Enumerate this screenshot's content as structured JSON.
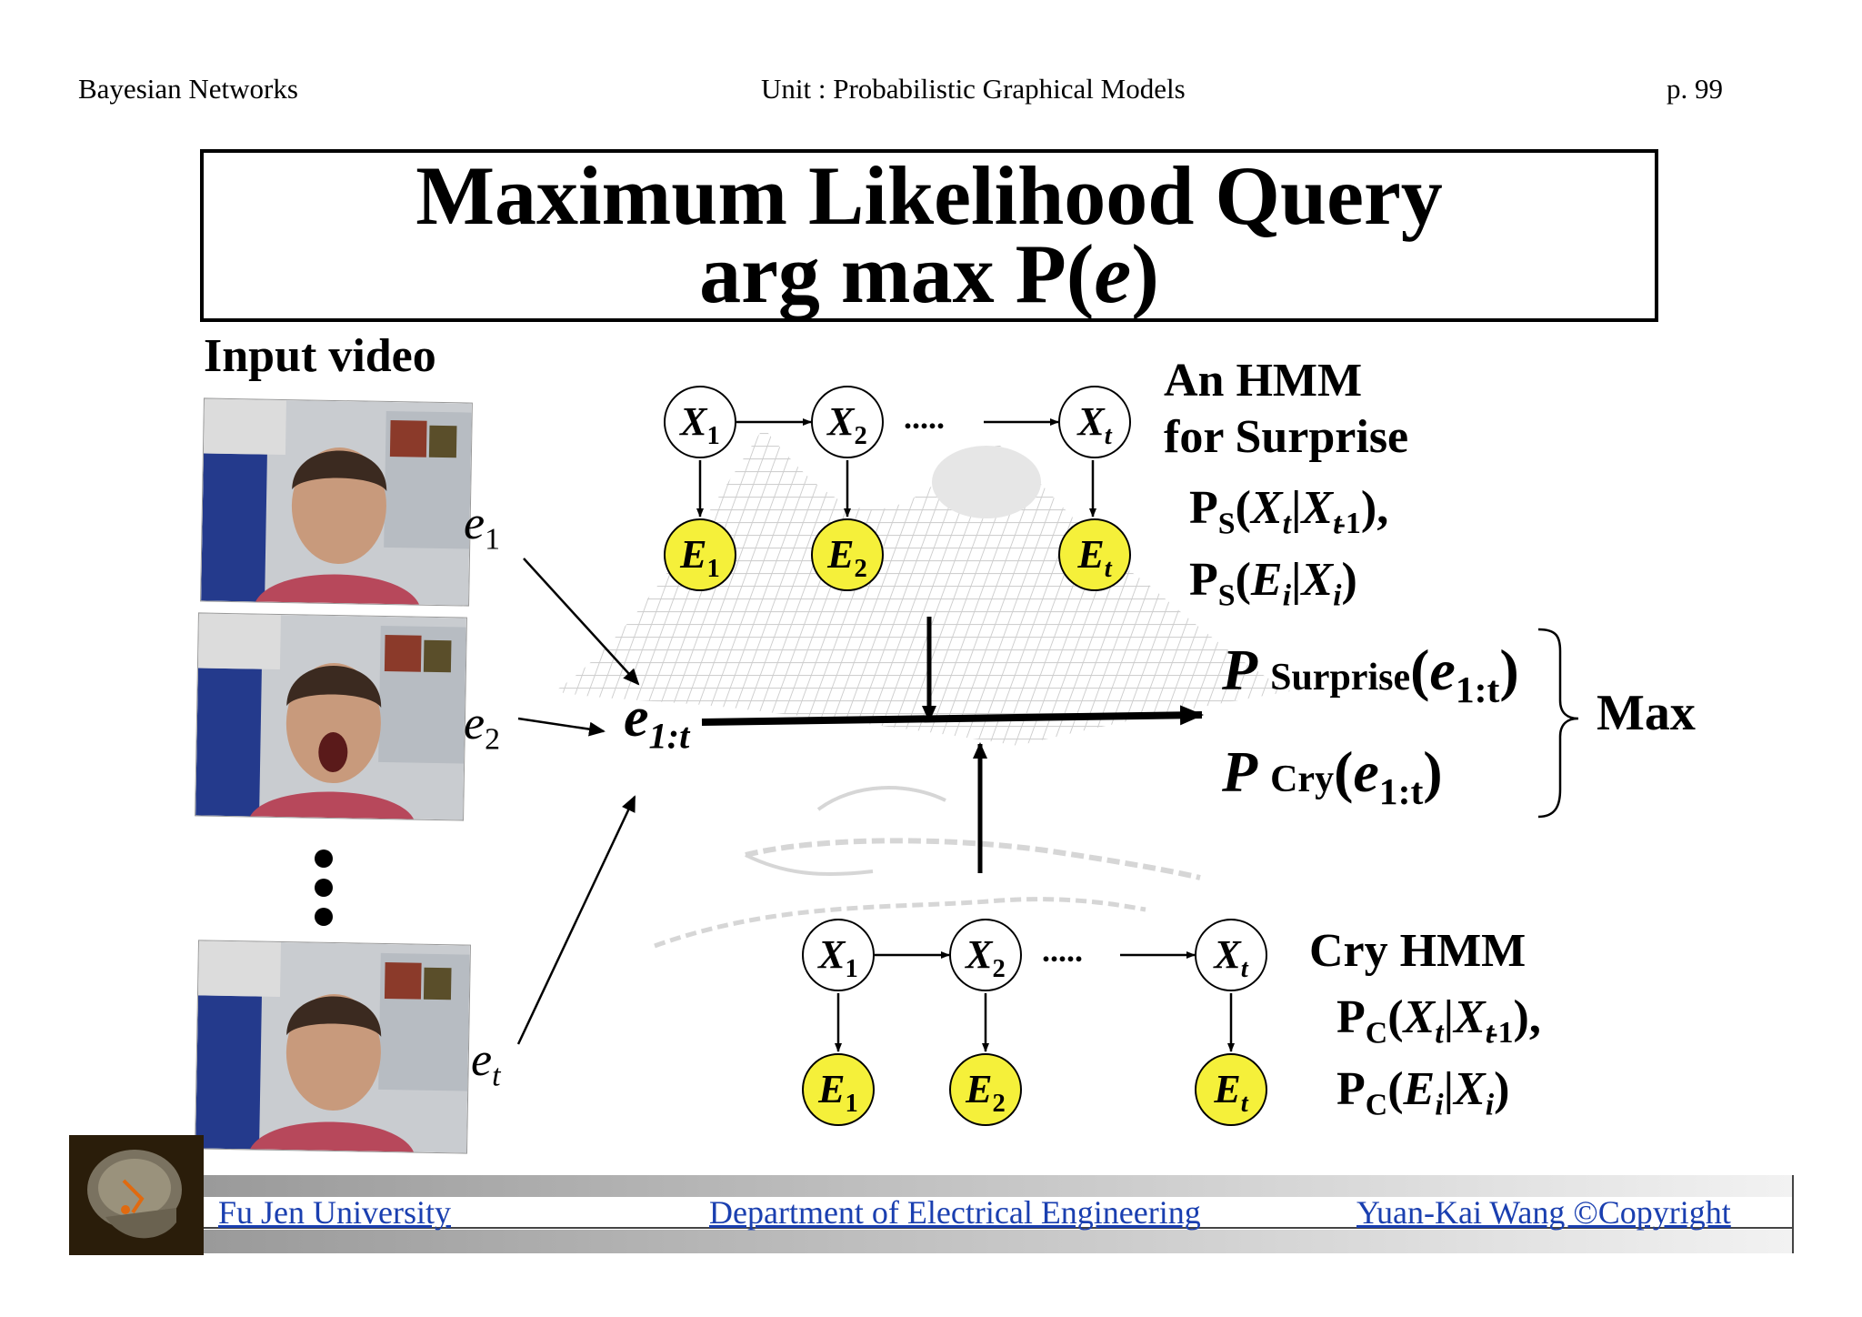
{
  "header": {
    "left": "Bayesian Networks",
    "center": "Unit : Probabilistic Graphical Models",
    "right": "p.  99"
  },
  "title": {
    "line1": "Maximum Likelihood Query",
    "line2_prefix": "arg max P(",
    "line2_var": "e",
    "line2_suffix": ")"
  },
  "input_label": "Input video",
  "frame_labels": {
    "e1": {
      "base": "e",
      "sub": "1"
    },
    "e2": {
      "base": "e",
      "sub": "2"
    },
    "et": {
      "base": "e",
      "sub": "t"
    }
  },
  "sequence_label": {
    "base": "e",
    "sub": "1:t"
  },
  "surprise_hmm": {
    "title1": "An HMM",
    "title2": "for Surprise",
    "eq1": "P_S(X_t|X_t-1),",
    "eq2": "P_S(E_i|X_i)",
    "subscript": "S",
    "nodes_x": [
      "X1",
      "X2",
      "Xt"
    ],
    "nodes_e": [
      "E1",
      "E2",
      "Et"
    ],
    "dots": "....."
  },
  "cry_hmm": {
    "title": "Cry HMM",
    "eq1": "P_C(X_t|X_t-1),",
    "eq2": "P_C(E_i|X_i)",
    "subscript": "C",
    "dots": "....."
  },
  "likelihoods": {
    "surprise": {
      "p": "P",
      "label": "Surprise",
      "arg": "e",
      "arg_sub": "1:t"
    },
    "cry": {
      "p": "P",
      "label": "Cry",
      "arg": "e",
      "arg_sub": "1:t"
    }
  },
  "max_label": "Max",
  "footer": {
    "left": "Fu Jen University",
    "center": "Department of Electrical Engineering",
    "right": "Yuan-Kai Wang ©Copyright"
  },
  "colors": {
    "evidence_node_fill": "#f5f03a",
    "footer_link": "#1a3fb0",
    "background_mesh": "#c8c8c8"
  }
}
